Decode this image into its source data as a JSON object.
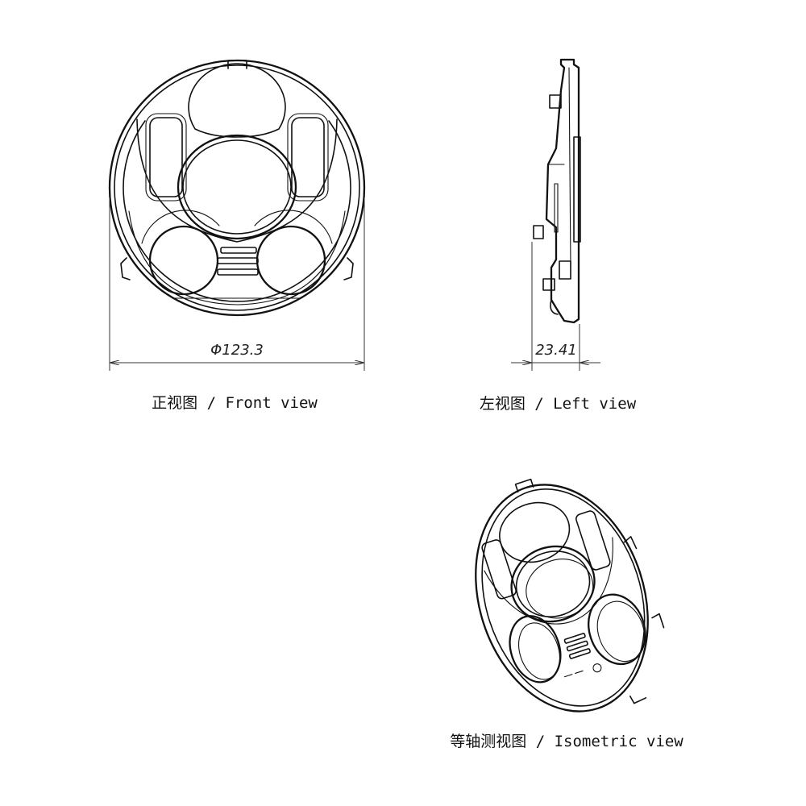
{
  "front_view": {
    "caption": "正视图 / Front view",
    "dimension": "Φ123.3"
  },
  "left_view": {
    "caption": "左视图 / Left view",
    "dimension": "23.41"
  },
  "isometric_view": {
    "caption": "等轴测视图 / Isometric view"
  },
  "colors": {
    "line": "#111111",
    "background": "#ffffff"
  }
}
